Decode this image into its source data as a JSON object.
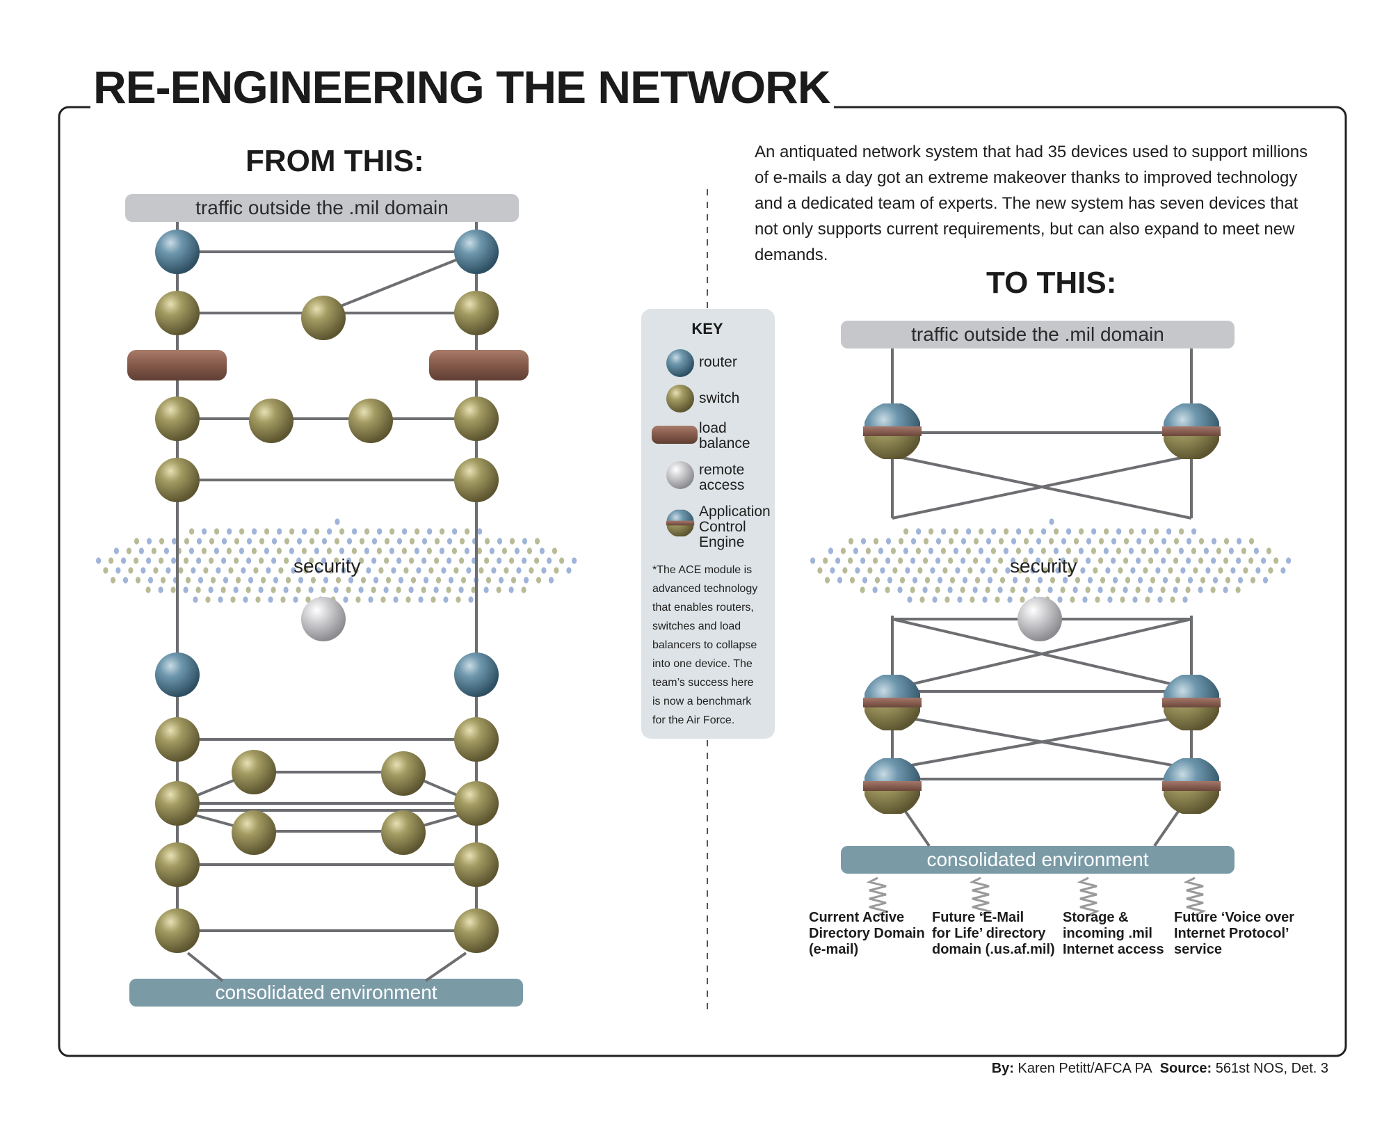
{
  "title": "RE-ENGINEERING THE NETWORK",
  "left": {
    "heading": "FROM THIS:",
    "top_bar": "traffic outside the .mil domain",
    "security": "security",
    "bottom_bar": "consolidated environment"
  },
  "right": {
    "description": "An antiquated network system that had 35 devices used to support millions of e-mails a day got an extreme makeover thanks to improved technology and a dedicated team of experts.  The new system has seven devices that not only supports current requirements, but can also expand to meet new demands.",
    "heading": "TO THIS:",
    "top_bar": "traffic outside the .mil domain",
    "security": "security",
    "bottom_bar": "consolidated environment",
    "services": [
      [
        "Current Active",
        "Directory Domain",
        "(e-mail)"
      ],
      [
        "Future ‘E-Mail",
        "for Life’ directory",
        "domain (.us.af.mil)"
      ],
      [
        "Storage &",
        "incoming .mil",
        "Internet access"
      ],
      [
        "Future ‘Voice over",
        "Internet Protocol’",
        "service"
      ]
    ]
  },
  "key": {
    "title": "KEY",
    "router": "router",
    "switch": "switch",
    "load_balance": [
      "load",
      "balance"
    ],
    "remote_access": [
      "remote",
      "access"
    ],
    "ace": [
      "Application",
      "Control",
      "Engine"
    ],
    "note": "*The ACE module is advanced technology that enables routers, switches and load balancers to collapse into one device.  The team’s success here is now a benchmark for the Air Force."
  },
  "credit": {
    "by_label": "By:",
    "by_value": "Karen Petitt/AFCA PA",
    "source_label": "Source:",
    "source_value": "561st NOS, Det. 3"
  },
  "colors": {
    "router": "#4f7a92",
    "switch": "#8c8450",
    "load_balance": "#8a5e4e",
    "remote_access": "#b9b9bd",
    "bar_gray": "#c6c7cb",
    "bar_blue": "#7a9aa6",
    "key_panel": "#dde3e6",
    "line": "#6d6e71"
  }
}
